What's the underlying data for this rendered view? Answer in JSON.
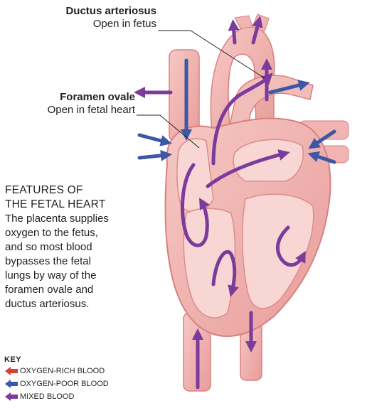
{
  "labels": {
    "ductus": {
      "title": "Ductus arteriosus",
      "sub": "Open in fetus"
    },
    "foramen": {
      "title": "Foramen ovale",
      "sub": "Open in fetal heart"
    }
  },
  "features": {
    "heading_line1": "FEATURES OF",
    "heading_line2": "THE FETAL HEART",
    "description": "The placenta supplies oxygen to the fetus, and so most blood bypasses the fetal lungs by way of the foramen ovale and ductus arteriosus."
  },
  "key": {
    "title": "KEY",
    "items": [
      {
        "label": "OXYGEN-RICH BLOOD",
        "color": "#d8413a",
        "icon": "red-arrow-icon"
      },
      {
        "label": "OXYGEN-POOR BLOOD",
        "color": "#3d57a4",
        "icon": "blue-arrow-icon"
      },
      {
        "label": "MIXED BLOOD",
        "color": "#7a3b9c",
        "icon": "purple-arrow-icon"
      }
    ]
  },
  "colors": {
    "tissue": "#f0b5b3",
    "tissue_dark": "#d9807f",
    "chamber": "#f7d6d3",
    "oxygen_poor": "#3d57a4",
    "mixed": "#7a3b9c",
    "oxygen_rich": "#d8413a"
  }
}
